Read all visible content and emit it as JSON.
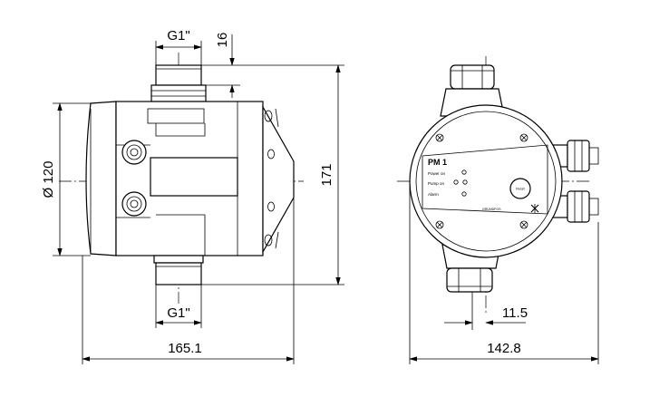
{
  "dimensions": {
    "side_view": {
      "top_thread": "G1\"",
      "top_offset": "16",
      "diameter_symbol": "Ø",
      "diameter": "120",
      "height": "171",
      "bottom_thread": "G1\"",
      "width": "165.1"
    },
    "front_view": {
      "offset": "11.5",
      "width": "142.8"
    }
  },
  "panel": {
    "title": "PM 1",
    "labels": [
      "Power on",
      "Pump on",
      "Alarm"
    ],
    "reset_label": "Reset",
    "brand_text": "GRUNDFOS"
  },
  "icons": [
    "grundfos-logo-icon",
    "screw-icon"
  ]
}
